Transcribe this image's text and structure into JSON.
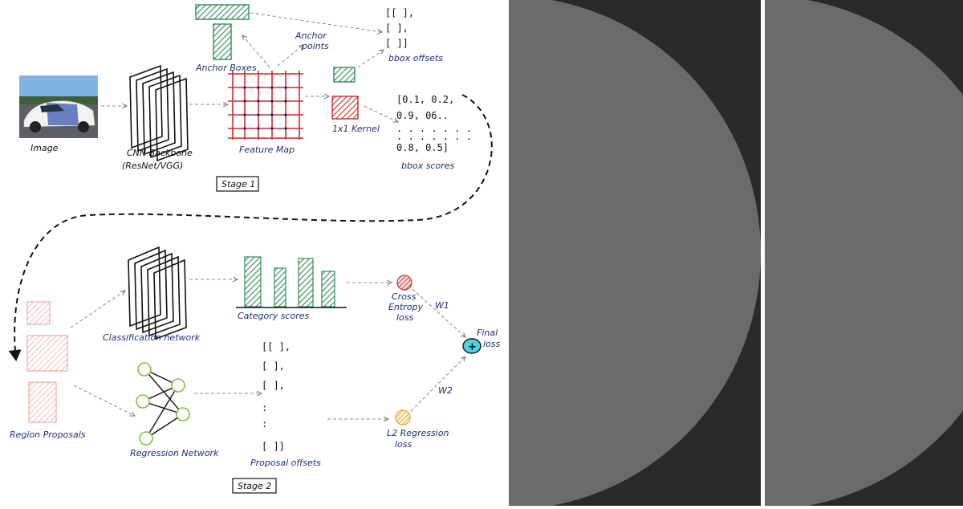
{
  "labels": {
    "image": "Image",
    "cnn_backbone_line1": "CNN Backbone",
    "cnn_backbone_line2": "(ResNet/VGG)",
    "feature_map": "Feature Map",
    "anchor_boxes": "Anchor Boxes",
    "anchor_points_line1": "Anchor",
    "anchor_points_line2": "points",
    "kernel": "1x1 Kernel",
    "bbox_offsets": "bbox offsets",
    "bbox_scores": "bbox scores",
    "stage1": "Stage 1",
    "region_proposals": "Region Proposals",
    "classification_network": "Classification network",
    "regression_network": "Regression Network",
    "category_scores": "Category scores",
    "proposal_offsets": "Proposal offsets",
    "cross_entropy_line1": "Cross",
    "cross_entropy_line2": "Entropy",
    "cross_entropy_line3": "loss",
    "l2_line1": "L2 Regression",
    "l2_line2": "loss",
    "w1": "W1",
    "w2": "W2",
    "final_line1": "Final",
    "final_line2": "loss",
    "stage2": "Stage 2",
    "plus": "+"
  },
  "matrices": {
    "offsets_top": [
      "[[    ],",
      " [    ],",
      " [    ]]"
    ],
    "scores": [
      "[0.1, 0.2,",
      " 0.9, 06..",
      " . . . . . . .",
      " . . . . . . .",
      " 0.8, 0.5]"
    ],
    "proposal_offsets": [
      "[[    ],",
      "  [    ],",
      "  [    ],",
      "   :",
      "   :",
      "   [    ]]"
    ]
  },
  "colors": {
    "green": "#2e8b57",
    "red": "#cc2a2a",
    "pink": "#f2a6a6",
    "light_green": "#7cc242",
    "orange": "#e8a02a",
    "cyan": "#4fd1e0",
    "ink": "#1c2f7a",
    "panel_bg": "#2a2a2a",
    "disc": "#6b6b6b"
  }
}
